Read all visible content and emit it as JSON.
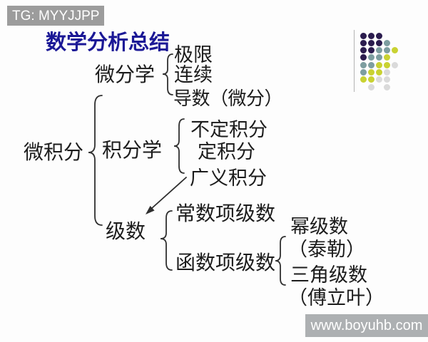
{
  "watermarks": {
    "top_left": "TG: MYYJJPP",
    "bottom_right": "www.boyuhb.com"
  },
  "slide": {
    "title": "数学分析总结",
    "root": "微积分",
    "branches": {
      "differential": {
        "label": "微分学",
        "children": [
          "极限",
          "连续",
          "导数（微分）"
        ]
      },
      "integral": {
        "label": "积分学",
        "children": [
          "不定积分",
          "定积分",
          "广义积分"
        ]
      },
      "series": {
        "label": "级数",
        "constant": "常数项级数",
        "function": {
          "label": "函数项级数",
          "power": {
            "name": "幂级数",
            "note": "（泰勒）"
          },
          "trigonometric": {
            "name": "三角级数",
            "note": "（傅立叶）"
          }
        }
      }
    }
  },
  "colors": {
    "title": "#1b1896",
    "text": "#1c1c1c",
    "line": "#2f2f2f",
    "badge_top_bg": "#9c9c9c",
    "badge_bottom_bg": "#adb0b2",
    "badge_text": "#ffffff"
  },
  "decoration": {
    "dots": {
      "colors": {
        "p": "#2b1c4e",
        "t": "#7d9ea0",
        "y": "#c9d232",
        "g": "#dadada"
      },
      "grid": [
        [
          "p",
          "p",
          "p",
          "",
          ""
        ],
        [
          "p",
          "p",
          "p",
          "t",
          ""
        ],
        [
          "p",
          "p",
          "t",
          "t",
          "y"
        ],
        [
          "p",
          "t",
          "t",
          "y",
          ""
        ],
        [
          "t",
          "t",
          "y",
          "y",
          "g"
        ],
        [
          "t",
          "y",
          "y",
          "g",
          ""
        ],
        [
          "y",
          "y",
          "g",
          "g",
          ""
        ],
        [
          "",
          "g",
          "",
          "g",
          ""
        ]
      ]
    }
  }
}
